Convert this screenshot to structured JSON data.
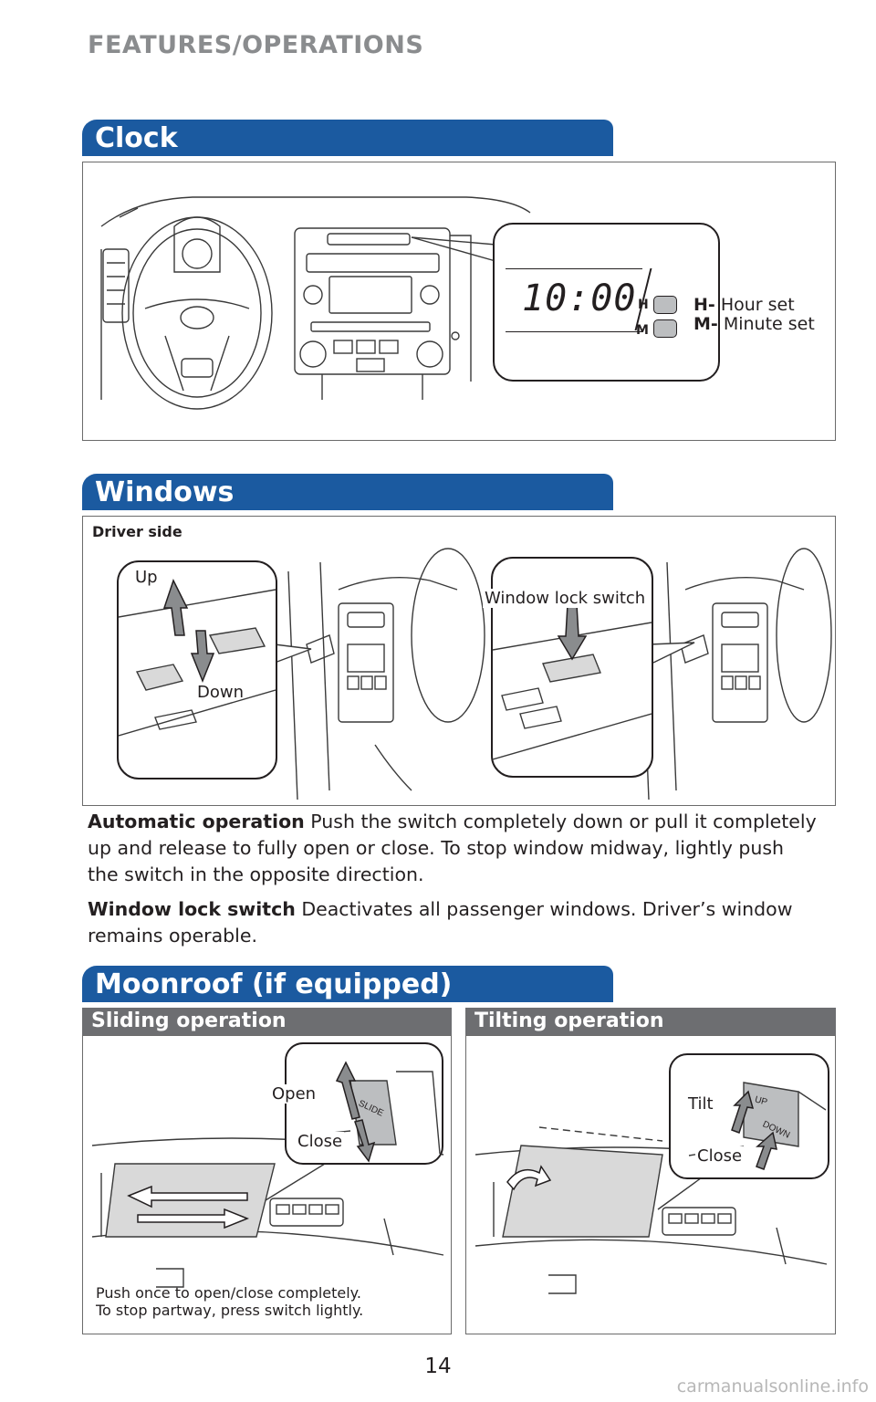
{
  "header": {
    "title": "FEATURES/OPERATIONS"
  },
  "clock": {
    "section_title": "Clock",
    "display_time": "10:00",
    "h_button": "H",
    "m_button": "M",
    "h_prefix": "H-",
    "h_text": "Hour set",
    "m_prefix": "M-",
    "m_text": "Minute set"
  },
  "windows": {
    "section_title": "Windows",
    "driver_side": "Driver side",
    "label_up": "Up",
    "label_down": "Down",
    "label_window_lock": "Window lock switch",
    "auto_op_title": "Automatic operation",
    "auto_op_text": " Push the switch completely down or pull it completely up and release to fully open or close. To stop window midway, lightly push the switch in the opposite direction.",
    "lock_title": "Window lock switch",
    "lock_text": " Deactivates all passenger windows. Driver’s window remains operable."
  },
  "moonroof": {
    "section_title": "Moonroof (if equipped)",
    "sliding_title": "Sliding operation",
    "tilting_title": "Tilting operation",
    "label_open": "Open",
    "label_close": "Close",
    "label_tilt": "Tilt",
    "label_close_tilt": "Close",
    "slide_switch": "SLIDE",
    "up_switch": "UP",
    "down_switch": "DOWN",
    "note_line1": "Push once to open/close completely.",
    "note_line2": "To stop partway, press switch lightly."
  },
  "footer": {
    "page_number": "14",
    "watermark": "carmanualsonline.info"
  }
}
